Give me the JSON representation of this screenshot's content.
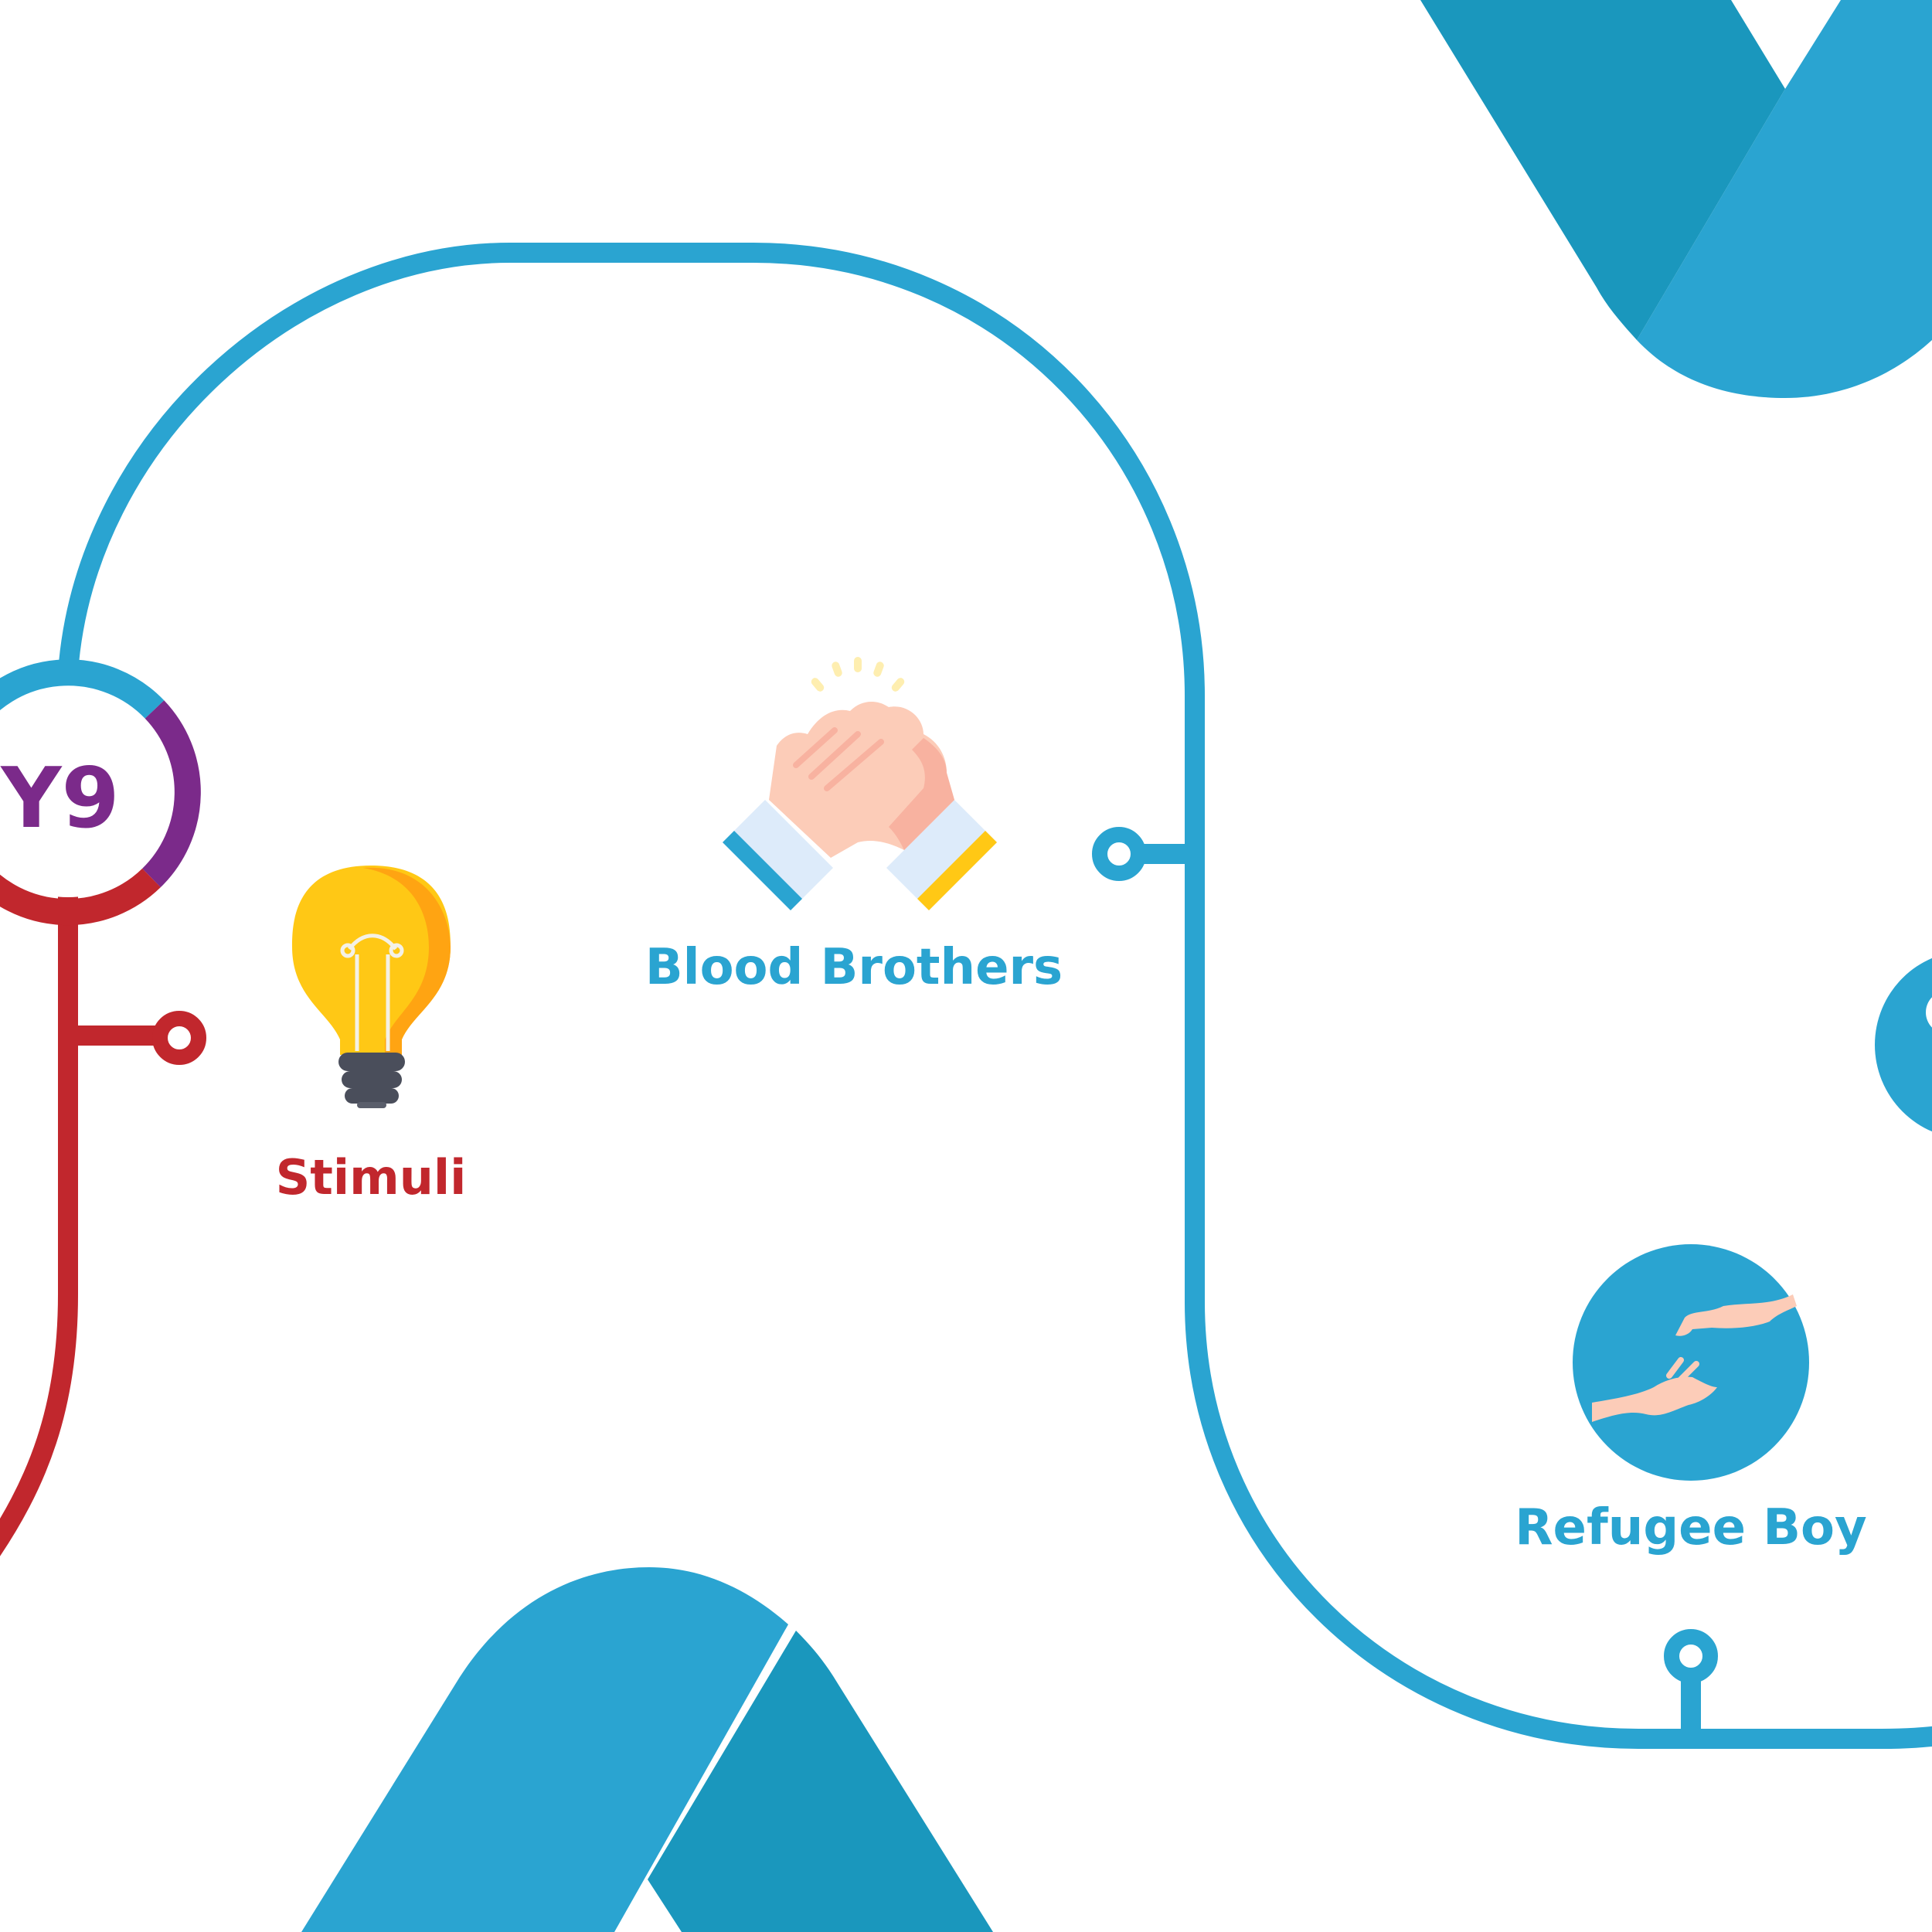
{
  "badge": {
    "text": "Y9"
  },
  "nodes": {
    "stimuli": {
      "label": "Stimuli"
    },
    "blood_brothers": {
      "label": "Blood Brothers"
    },
    "refugee_boy": {
      "label": "Refugee Boy"
    }
  },
  "colors": {
    "path_blue": "#2AA4D1",
    "path_red": "#C1272D",
    "deco_blue_light": "#2AA4D1",
    "deco_blue_dark": "#1A97BD",
    "badge_purple": "#7B2A8A",
    "bulb_yellow": "#FFC815",
    "bulb_orange": "#FFA412",
    "skin": "#FCCCB8"
  },
  "icons": {
    "stimuli": "lightbulb-icon",
    "blood_brothers": "clasped-hands-icon",
    "refugee_boy": "reaching-hands-icon"
  }
}
